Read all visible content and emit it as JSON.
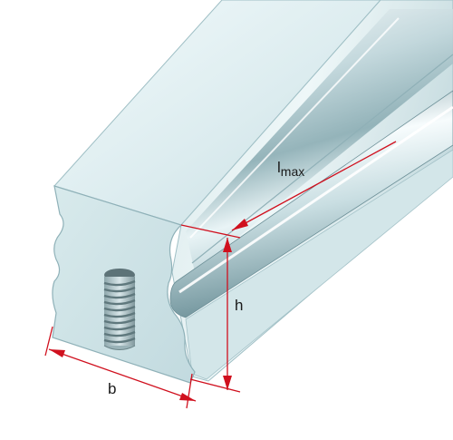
{
  "labels": {
    "length_main": "l",
    "length_sub": "max",
    "height": "h",
    "width": "b"
  },
  "colors": {
    "dimension": "#d0101e",
    "steel_light": "#e4f2f4",
    "steel_mid": "#bcd6dc",
    "steel_dark": "#7fa6ae",
    "section": "#cfe3e6",
    "background": "#ffffff"
  }
}
